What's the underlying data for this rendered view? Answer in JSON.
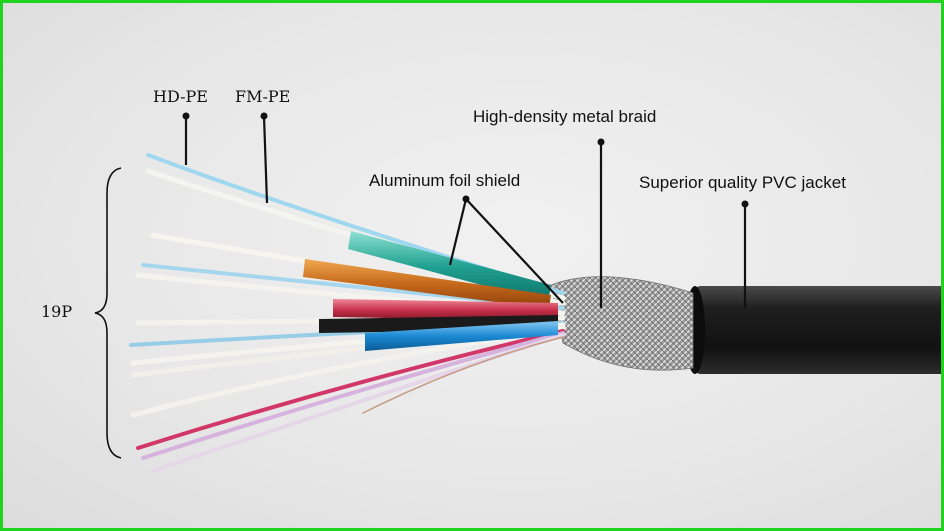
{
  "labels": {
    "hd_pe": "HD-PE",
    "fm_pe": "FM-PE",
    "pin_count": "19P",
    "aluminum_foil": "Aluminum foil shield",
    "metal_braid": "High-density metal braid",
    "pvc_jacket": "Superior quality PVC jacket"
  },
  "colors": {
    "frame_border": "#1ed41e",
    "background": "#e8e8e8",
    "pvc_jacket": "#1b1b1b",
    "braid": "#b8b8b8",
    "foil_teal": "#2aa59a",
    "foil_orange": "#c8701e",
    "foil_red": "#c7344a",
    "foil_blue": "#1d8fd8",
    "foil_black": "#1a1a1a"
  }
}
